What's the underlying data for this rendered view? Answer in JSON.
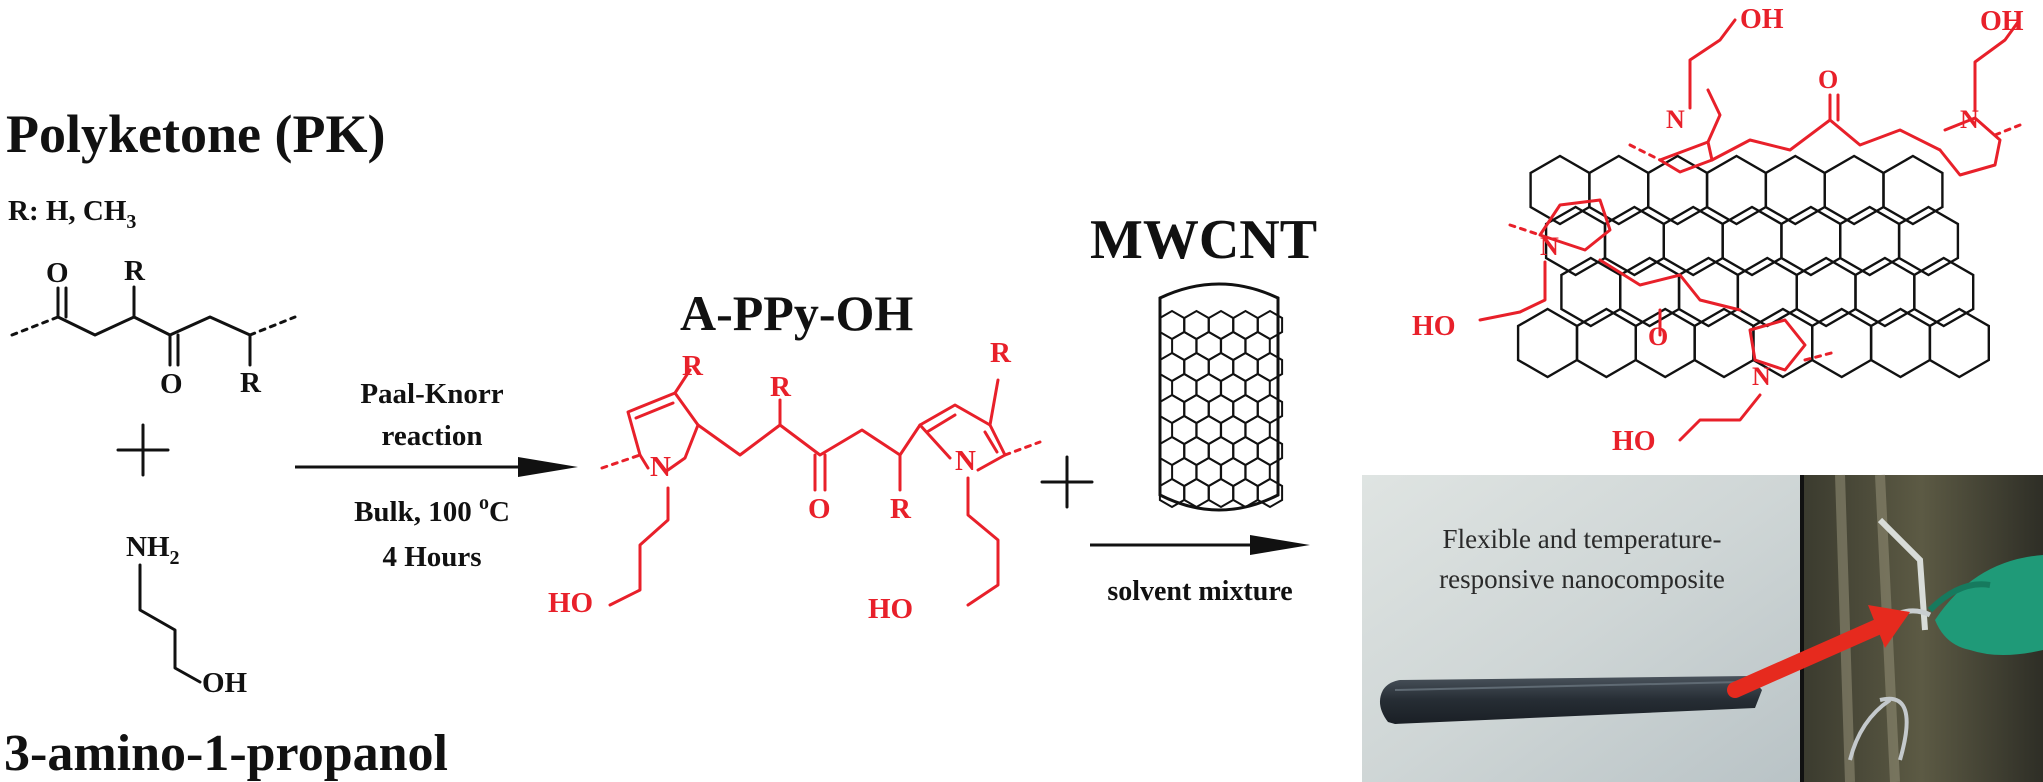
{
  "polyketone": {
    "title": "Polyketone (PK)",
    "r_def_prefix": "R: H, CH",
    "r_def_sub": "3",
    "atom_o": "O",
    "atom_r": "R"
  },
  "amine": {
    "name": "3-amino-1-propanol",
    "nh": "NH",
    "nh_sub": "2",
    "oh": "OH"
  },
  "reaction1": {
    "line1": "Paal-Knorr",
    "line2": "reaction",
    "cond_prefix": "Bulk, 100 ",
    "cond_sup": "o",
    "cond_suffix": "C",
    "time": "4 Hours"
  },
  "product": {
    "title": "A-PPy-OH",
    "n": "N",
    "o": "O",
    "r": "R",
    "ho": "HO"
  },
  "mwcnt": {
    "label": "MWCNT"
  },
  "reaction2": {
    "label": "solvent mixture"
  },
  "composite": {
    "oh": "OH",
    "ho": "HO",
    "n": "N",
    "o": "O"
  },
  "photo": {
    "caption_line1": "Flexible and temperature-",
    "caption_line2": "responsive nanocomposite"
  },
  "plus": "+",
  "colors": {
    "red": "#e8202a",
    "black": "#111111"
  }
}
